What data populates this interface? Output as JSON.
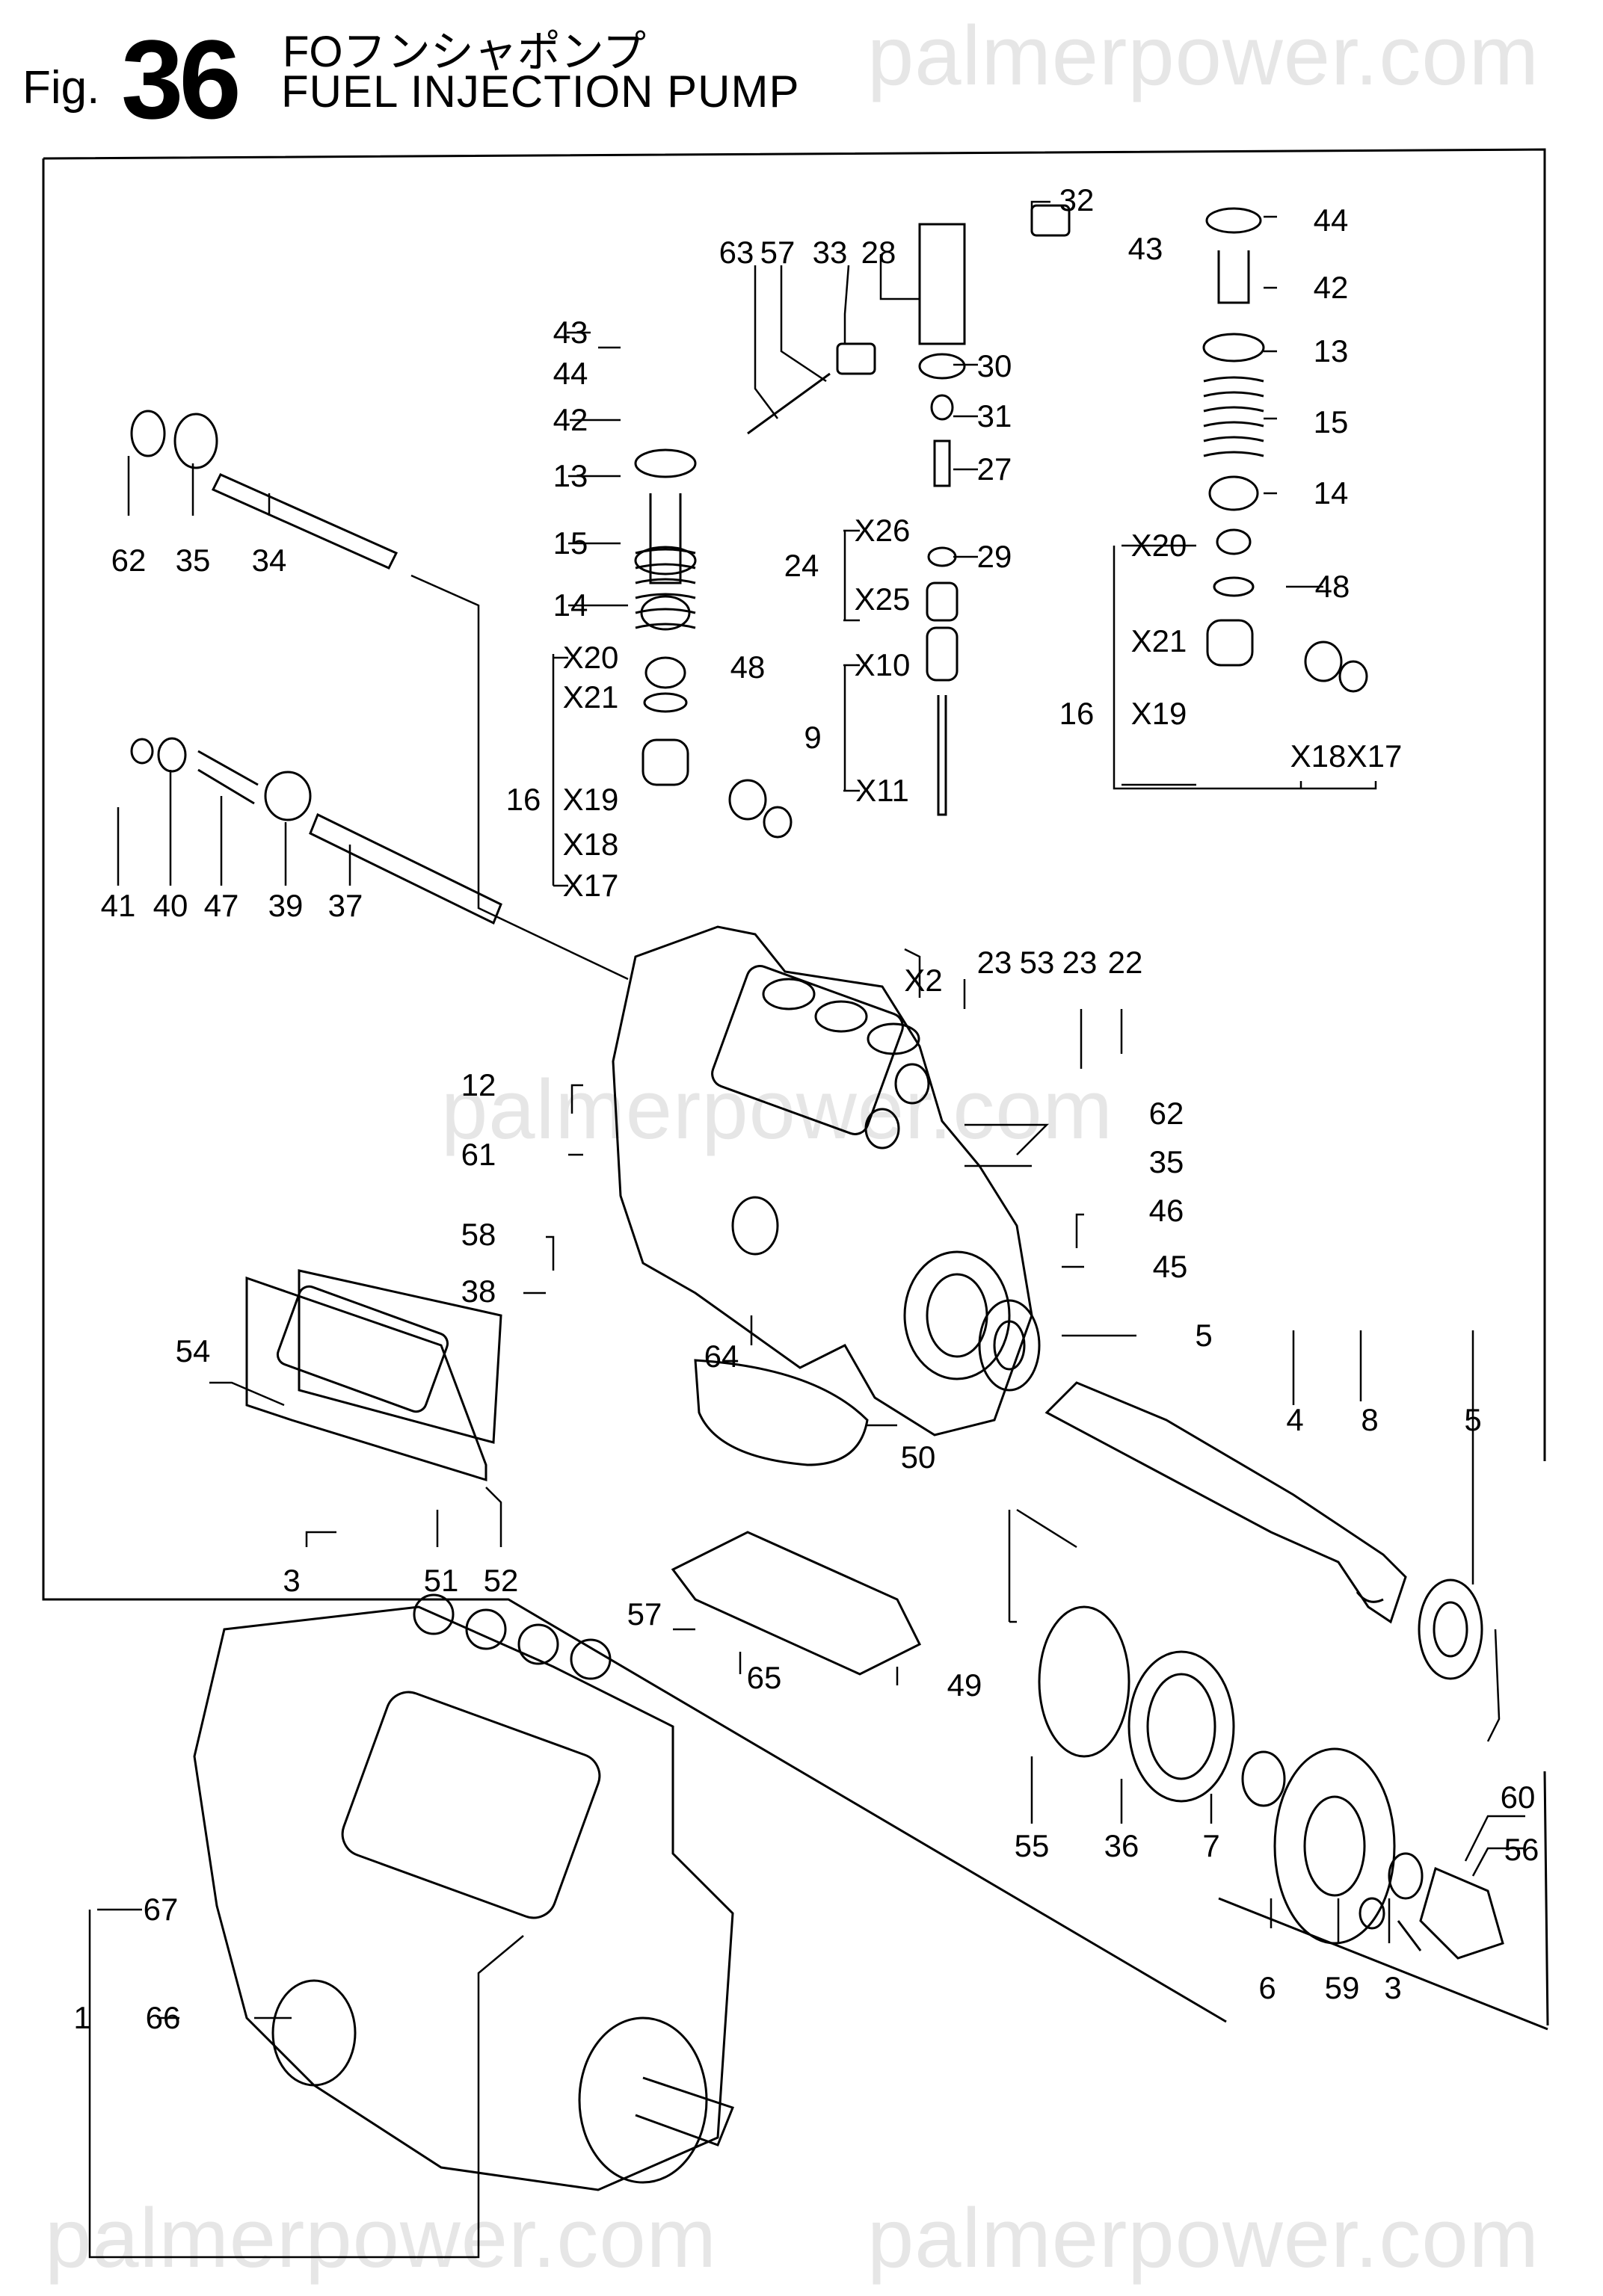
{
  "watermark": "palmerpower.com",
  "header": {
    "fig_prefix": "Fig.",
    "fig_number": "36",
    "title_japanese": "FOフンシャポンプ",
    "title_english": "FUEL INJECTION PUMP"
  },
  "callouts": [
    {
      "id": "c32",
      "text": "32"
    },
    {
      "id": "c63",
      "text": "63"
    },
    {
      "id": "c57a",
      "text": "57"
    },
    {
      "id": "c33",
      "text": "33"
    },
    {
      "id": "c28",
      "text": "28"
    },
    {
      "id": "c30",
      "text": "30"
    },
    {
      "id": "c31",
      "text": "31"
    },
    {
      "id": "c27",
      "text": "27"
    },
    {
      "id": "c24",
      "text": "24"
    },
    {
      "id": "c26",
      "text": "X26"
    },
    {
      "id": "c29",
      "text": "29"
    },
    {
      "id": "c25",
      "text": "X25"
    },
    {
      "id": "c9",
      "text": "9"
    },
    {
      "id": "c10",
      "text": "X10"
    },
    {
      "id": "c11",
      "text": "X11"
    },
    {
      "id": "c43a",
      "text": "43"
    },
    {
      "id": "c44a",
      "text": "44"
    },
    {
      "id": "c42a",
      "text": "42"
    },
    {
      "id": "c13a",
      "text": "13"
    },
    {
      "id": "c15a",
      "text": "15"
    },
    {
      "id": "c14a",
      "text": "14"
    },
    {
      "id": "c20a",
      "text": "X20"
    },
    {
      "id": "c21a",
      "text": "X21"
    },
    {
      "id": "c48a",
      "text": "48"
    },
    {
      "id": "c16a",
      "text": "16"
    },
    {
      "id": "c19a",
      "text": "X19"
    },
    {
      "id": "c18a",
      "text": "X18"
    },
    {
      "id": "c17a",
      "text": "X17"
    },
    {
      "id": "c43b",
      "text": "43"
    },
    {
      "id": "c44b",
      "text": "44"
    },
    {
      "id": "c42b",
      "text": "42"
    },
    {
      "id": "c13b",
      "text": "13"
    },
    {
      "id": "c15b",
      "text": "15"
    },
    {
      "id": "c14b",
      "text": "14"
    },
    {
      "id": "c20b",
      "text": "X20"
    },
    {
      "id": "c48b",
      "text": "48"
    },
    {
      "id": "c21b",
      "text": "X21"
    },
    {
      "id": "c16b",
      "text": "16"
    },
    {
      "id": "c19b",
      "text": "X19"
    },
    {
      "id": "c18b",
      "text": "X18"
    },
    {
      "id": "c17b",
      "text": "X17"
    },
    {
      "id": "c62a",
      "text": "62"
    },
    {
      "id": "c35a",
      "text": "35"
    },
    {
      "id": "c34",
      "text": "34"
    },
    {
      "id": "c41",
      "text": "41"
    },
    {
      "id": "c40",
      "text": "40"
    },
    {
      "id": "c47",
      "text": "47"
    },
    {
      "id": "c39",
      "text": "39"
    },
    {
      "id": "c37",
      "text": "37"
    },
    {
      "id": "c2",
      "text": "X2"
    },
    {
      "id": "c23a",
      "text": "23"
    },
    {
      "id": "c53",
      "text": "53"
    },
    {
      "id": "c23b",
      "text": "23"
    },
    {
      "id": "c22",
      "text": "22"
    },
    {
      "id": "c12",
      "text": "12"
    },
    {
      "id": "c62b",
      "text": "62"
    },
    {
      "id": "c35b",
      "text": "35"
    },
    {
      "id": "c61",
      "text": "61"
    },
    {
      "id": "c46",
      "text": "46"
    },
    {
      "id": "c58",
      "text": "58"
    },
    {
      "id": "c45",
      "text": "45"
    },
    {
      "id": "c38",
      "text": "38"
    },
    {
      "id": "c5a",
      "text": "5"
    },
    {
      "id": "c64",
      "text": "64"
    },
    {
      "id": "c54",
      "text": "54"
    },
    {
      "id": "c50",
      "text": "50"
    },
    {
      "id": "c4",
      "text": "4"
    },
    {
      "id": "c8",
      "text": "8"
    },
    {
      "id": "c5b",
      "text": "5"
    },
    {
      "id": "c3a",
      "text": "3"
    },
    {
      "id": "c51",
      "text": "51"
    },
    {
      "id": "c52",
      "text": "52"
    },
    {
      "id": "c57b",
      "text": "57"
    },
    {
      "id": "c65",
      "text": "65"
    },
    {
      "id": "c49",
      "text": "49"
    },
    {
      "id": "c60",
      "text": "60"
    },
    {
      "id": "c56",
      "text": "56"
    },
    {
      "id": "c55",
      "text": "55"
    },
    {
      "id": "c36",
      "text": "36"
    },
    {
      "id": "c7",
      "text": "7"
    },
    {
      "id": "c6",
      "text": "6"
    },
    {
      "id": "c59",
      "text": "59"
    },
    {
      "id": "c3b",
      "text": "3"
    },
    {
      "id": "c67",
      "text": "67"
    },
    {
      "id": "c1",
      "text": "1"
    },
    {
      "id": "c66",
      "text": "66"
    }
  ]
}
